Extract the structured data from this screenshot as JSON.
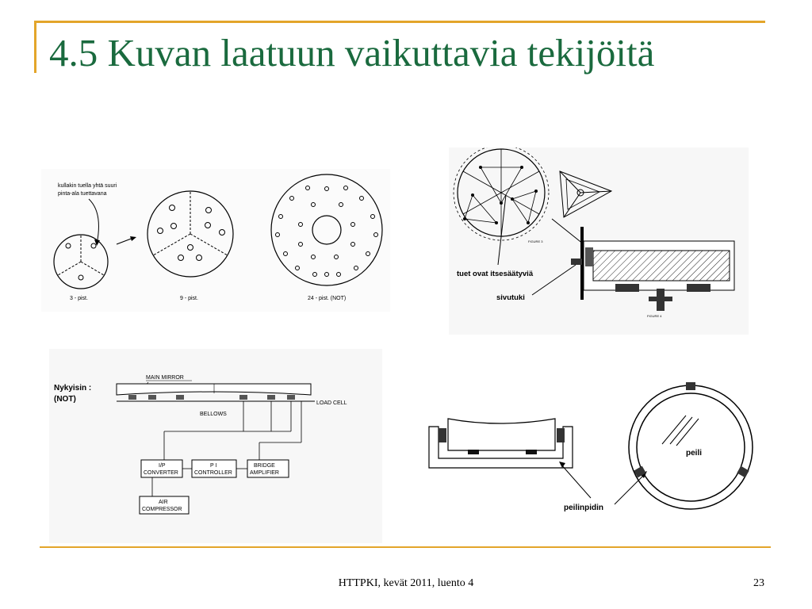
{
  "slide": {
    "title": "4.5 Kuvan laatuun vaikuttavia tekijöitä",
    "footer": "HTTPKI, kevät 2011, luento 4",
    "page_number": "23"
  },
  "support_points": {
    "annotation_line1": "kullakin tuella yhtä suuri",
    "annotation_line2": "pinta-ala tuettavana",
    "label_3": "3 - pist.",
    "label_9": "9 - pist.",
    "label_24": "24 - pist. (NOT)"
  },
  "self_adjusting": {
    "label_supports": "tuet ovat itsesäätyviä",
    "label_side": "sivutuki",
    "figure3": "FIGURE 3",
    "figure4": "FIGURE 4"
  },
  "active_support": {
    "title_line1": "Nykyisin :",
    "title_line2": "(NOT)",
    "main_mirror": "MAIN MIRROR",
    "bellows": "BELLOWS",
    "load_cell": "LOAD CELL",
    "ip_line1": "I/P",
    "ip_line2": "CONVERTER",
    "pi_line1": "P I",
    "pi_line2": "CONTROLLER",
    "bridge_line1": "BRIDGE",
    "bridge_line2": "AMPLIFIER",
    "air_line1": "AIR",
    "air_line2": "COMPRESSOR"
  },
  "holder": {
    "mirror_label": "peili",
    "holder_label": "peilinpidin"
  }
}
